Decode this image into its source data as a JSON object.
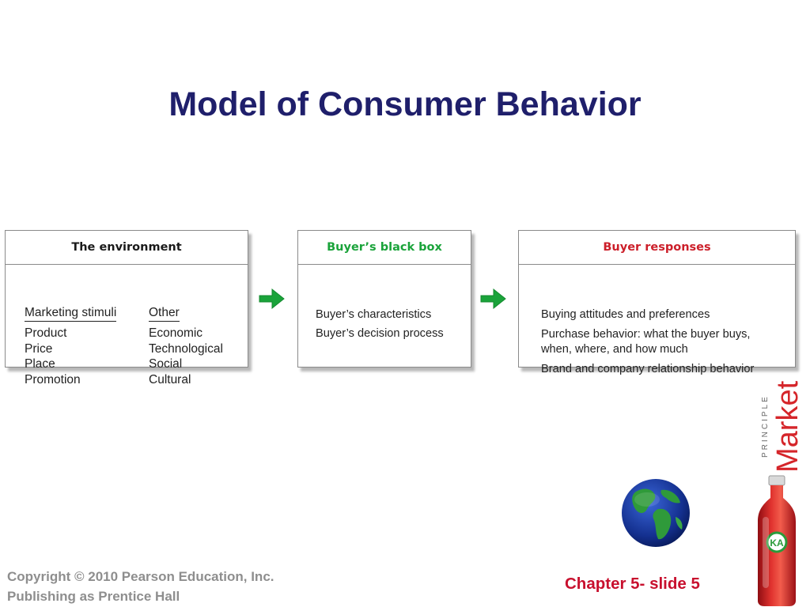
{
  "title": "Model of Consumer Behavior",
  "environment": {
    "header": "The environment",
    "columns": [
      {
        "heading": "Marketing stimuli",
        "items": [
          "Product",
          "Price",
          "Place",
          "Promotion"
        ]
      },
      {
        "heading": "Other",
        "items": [
          "Economic",
          "Technological",
          "Social",
          "Cultural"
        ]
      }
    ]
  },
  "black_box": {
    "header": "Buyer’s black box",
    "items": [
      "Buyer’s characteristics",
      "Buyer’s decision process"
    ]
  },
  "responses": {
    "header": "Buyer responses",
    "items": [
      "Buying attitudes and preferences",
      "Purchase behavior: what the buyer buys, when, where, and how much",
      "Brand and company relationship behavior"
    ]
  },
  "footer": {
    "copyright_line1": "Copyright © 2010 Pearson Education, Inc.",
    "copyright_line2": "Publishing as Prentice Hall",
    "slide_label": "Chapter 5- slide 5"
  },
  "branding": {
    "small_text": "PRINCIPLE",
    "large_text": "Market",
    "bottle_label": "KA"
  },
  "colors": {
    "title": "#1f1f6b",
    "black_box_header": "#1aa33a",
    "responses_header": "#cc1f2a",
    "arrow": "#1aa33a",
    "slide_label": "#c8102e",
    "copyright": "#8e8e8e"
  },
  "icons": [
    "right-arrow-icon",
    "globe-icon",
    "bottle-icon"
  ]
}
